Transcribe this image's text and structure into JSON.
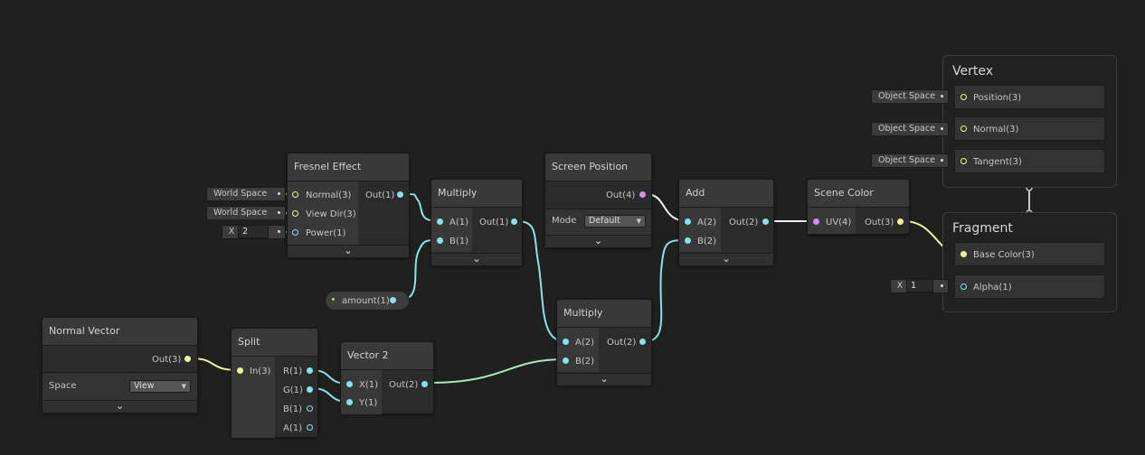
{
  "colors": {
    "canvas_bg": "#202020",
    "node_body": "#2b2b2b",
    "node_header": "#393939",
    "wire_float": "#84e4e7",
    "wire_vector": "#f0f596",
    "wire_uv": "#e8e8e8",
    "port_uv": "#d78df2"
  },
  "nodes": {
    "fresnel": {
      "title": "Fresnel Effect",
      "inputs": [
        "Normal(3)",
        "View Dir(3)",
        "Power(1)"
      ],
      "output": "Out(1)",
      "defaults": {
        "normal": "World Space",
        "view_dir": "World Space",
        "power_axis": "X",
        "power_value": "2"
      }
    },
    "multiply1": {
      "title": "Multiply",
      "inputs": [
        "A(1)",
        "B(1)"
      ],
      "output": "Out(1)"
    },
    "amount": {
      "label": "amount(1)"
    },
    "screen_position": {
      "title": "Screen Position",
      "output": "Out(4)",
      "mode_label": "Mode",
      "mode_value": "Default"
    },
    "add": {
      "title": "Add",
      "inputs": [
        "A(2)",
        "B(2)"
      ],
      "output": "Out(2)"
    },
    "scene_color": {
      "title": "Scene Color",
      "input": "UV(4)",
      "output": "Out(3)"
    },
    "multiply2": {
      "title": "Multiply",
      "inputs": [
        "A(2)",
        "B(2)"
      ],
      "output": "Out(2)"
    },
    "normal_vector": {
      "title": "Normal Vector",
      "output": "Out(3)",
      "space_label": "Space",
      "space_value": "View"
    },
    "split": {
      "title": "Split",
      "input": "In(3)",
      "outputs": [
        "R(1)",
        "G(1)",
        "B(1)",
        "A(1)"
      ]
    },
    "vector2": {
      "title": "Vector 2",
      "inputs": [
        "X(1)",
        "Y(1)"
      ],
      "output": "Out(2)"
    }
  },
  "master": {
    "vertex": {
      "title": "Vertex",
      "slots": [
        "Position(3)",
        "Normal(3)",
        "Tangent(3)"
      ],
      "defaults": [
        "Object Space",
        "Object Space",
        "Object Space"
      ]
    },
    "fragment": {
      "title": "Fragment",
      "slots": [
        "Base Color(3)",
        "Alpha(1)"
      ],
      "alpha_axis": "X",
      "alpha_value": "1"
    }
  },
  "icons": {
    "collapse": "chevron-down-icon",
    "dropdown": "caret-down-icon"
  },
  "glyphs": {
    "chevron": "⌄",
    "caret": "▼"
  }
}
